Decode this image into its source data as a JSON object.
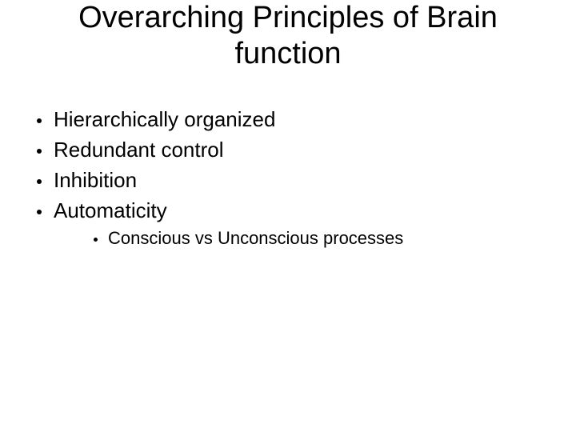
{
  "slide": {
    "background_color": "#ffffff",
    "text_color": "#000000",
    "title": {
      "text": "Overarching Principles of Brain function",
      "lines": [
        "Overarching Principles of Brain",
        "function"
      ]
    },
    "bullets": [
      {
        "level": 1,
        "text": "Hierarchically organized"
      },
      {
        "level": 1,
        "text": "Redundant control"
      },
      {
        "level": 1,
        "text": "Inhibition"
      },
      {
        "level": 1,
        "text": "Automaticity"
      },
      {
        "level": 2,
        "text": "Conscious vs Unconscious processes"
      }
    ],
    "bullet_icon": "round-dot"
  }
}
